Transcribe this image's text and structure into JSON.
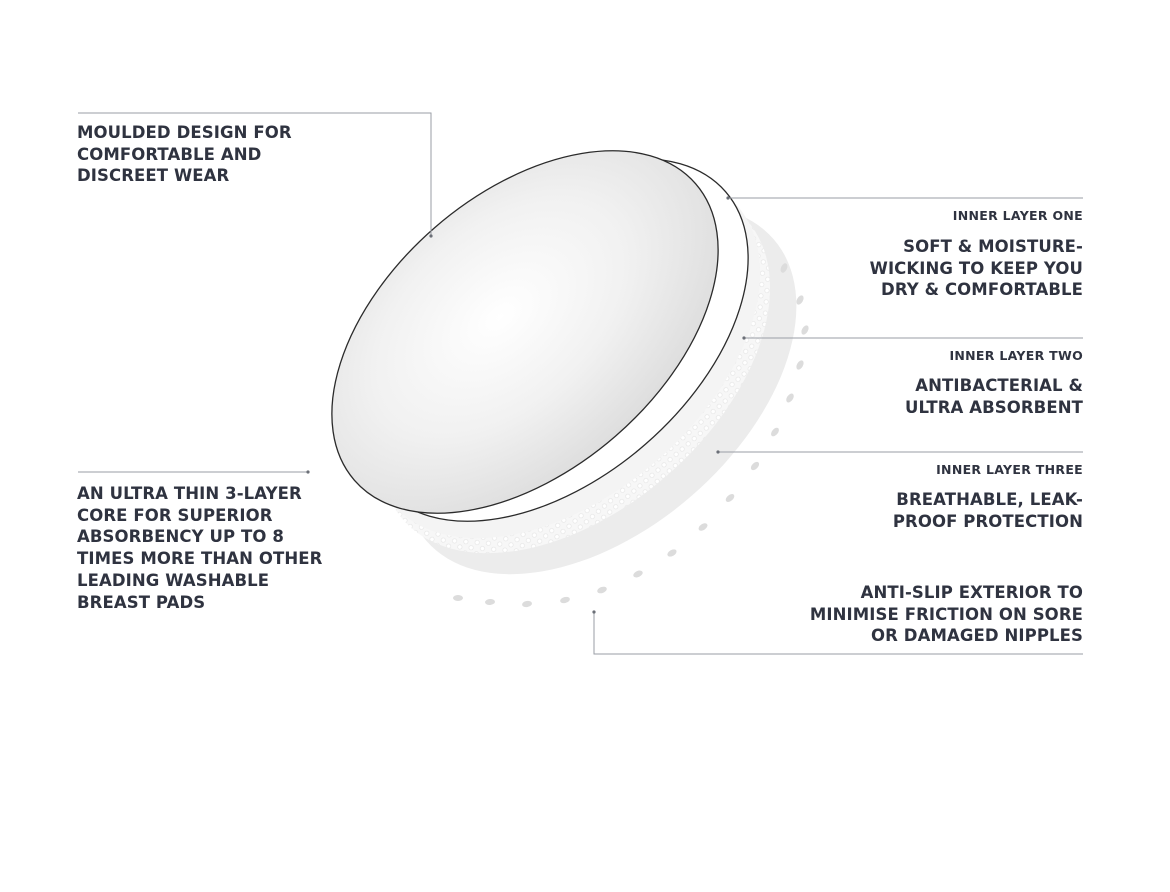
{
  "colors": {
    "text": "#2f3340",
    "leader_line": "#9a9ea6",
    "pad_outline": "#2b2b2b",
    "pad_face": "#f2f2f2",
    "layer_shadow": "#e6e6e6"
  },
  "callouts": {
    "moulded": {
      "lines": [
        "MOULDED DESIGN FOR",
        "COMFORTABLE AND",
        "DISCREET WEAR"
      ]
    },
    "core": {
      "lines": [
        "AN ULTRA THIN 3-LAYER",
        "CORE FOR SUPERIOR",
        "ABSORBENCY UP TO 8",
        "TIMES MORE THAN OTHER",
        "LEADING WASHABLE",
        "BREAST PADS"
      ]
    },
    "layer_one": {
      "label": "INNER LAYER ONE",
      "lines": [
        "SOFT & MOISTURE-",
        "WICKING TO KEEP YOU",
        "DRY & COMFORTABLE"
      ]
    },
    "layer_two": {
      "label": "INNER LAYER TWO",
      "lines": [
        "ANTIBACTERIAL &",
        "ULTRA ABSORBENT"
      ]
    },
    "layer_three": {
      "label": "INNER LAYER THREE",
      "lines": [
        "BREATHABLE, LEAK-",
        "PROOF PROTECTION"
      ]
    },
    "exterior": {
      "lines": [
        "ANTI-SLIP EXTERIOR TO",
        "MINIMISE FRICTION ON SORE",
        "OR DAMAGED NIPPLES"
      ]
    }
  }
}
